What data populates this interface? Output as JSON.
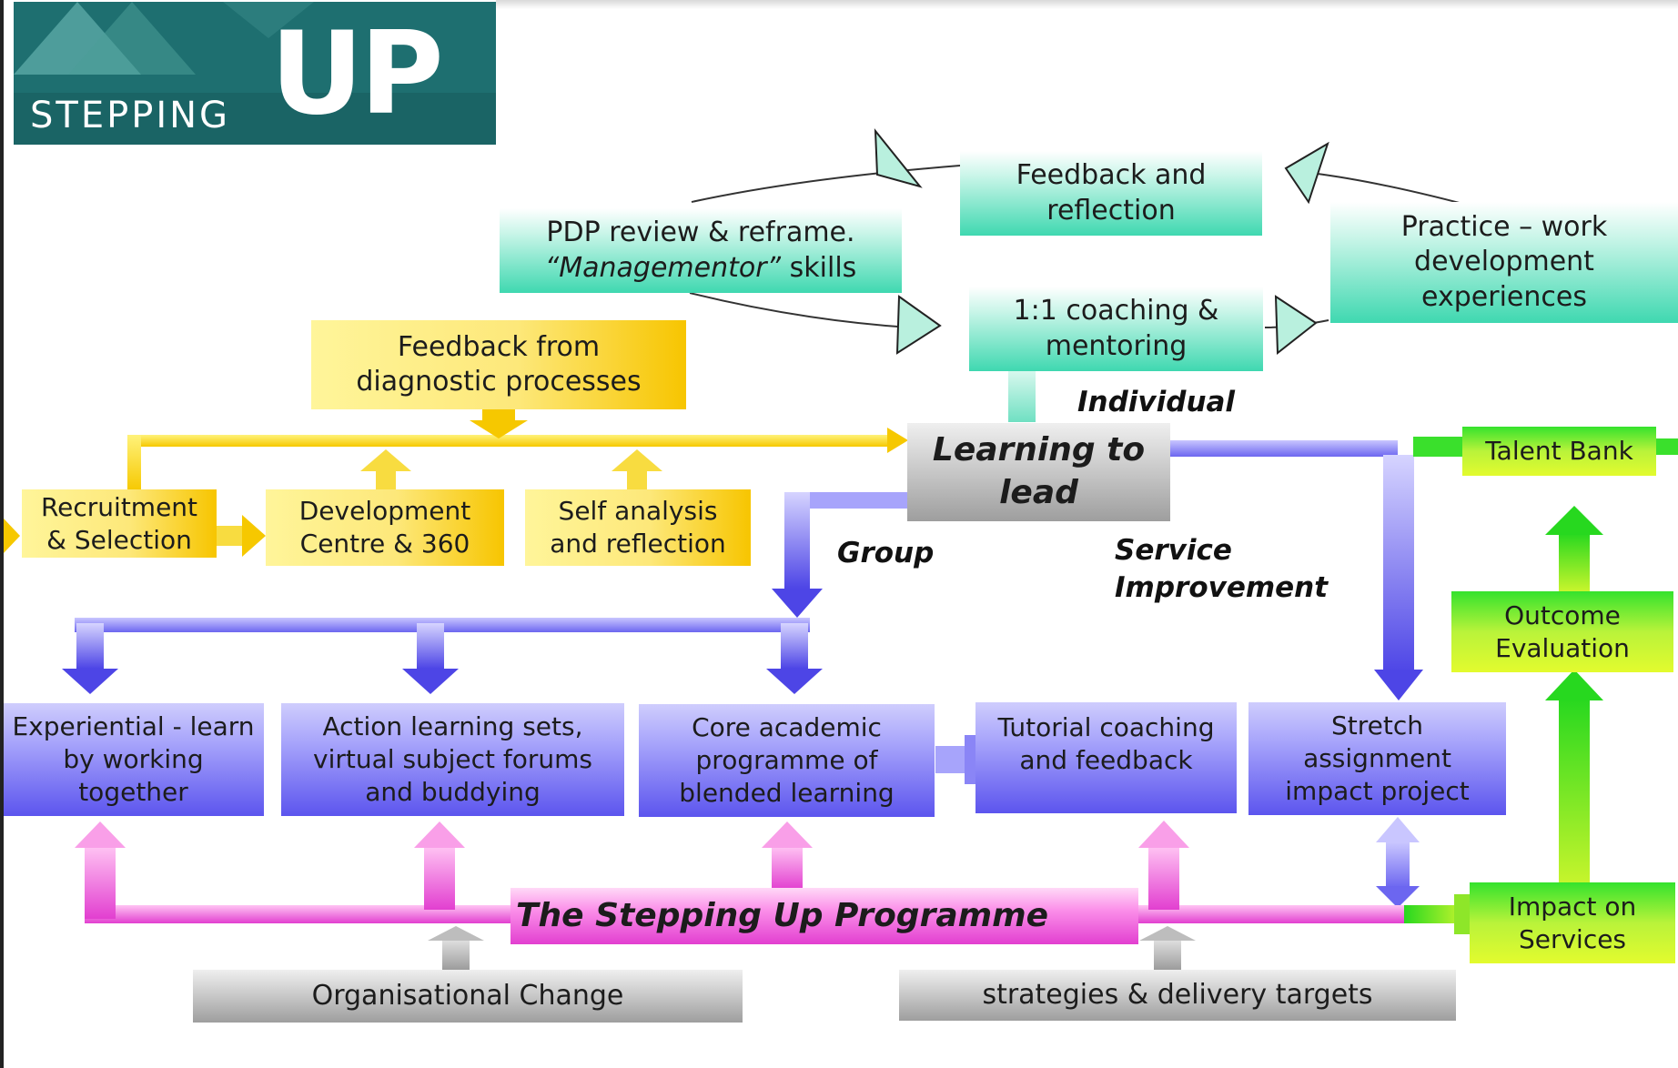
{
  "logo": {
    "small": "STEPPING",
    "big": "UP"
  },
  "boxes": {
    "feedback_reflection": [
      "Feedback  and",
      "reflection"
    ],
    "pdp_review": [
      "PDP review & reframe.",
      "“Managementor” skills"
    ],
    "practice": [
      "Practice –  work",
      "development",
      "experiences"
    ],
    "coaching": [
      "1:1 coaching &",
      "mentoring"
    ],
    "feedback_diag": [
      "Feedback from",
      "diagnostic processes"
    ],
    "recruitment": [
      "Recruitment",
      "& Selection"
    ],
    "dev_centre": [
      "Development",
      "Centre & 360"
    ],
    "self_analysis": [
      "Self analysis",
      "and reflection"
    ],
    "learning_to_lead": [
      "Learning to",
      "lead"
    ],
    "talent_bank": [
      "Talent Bank"
    ],
    "outcome": [
      "Outcome",
      "Evaluation"
    ],
    "experiential": [
      "Experiential - learn",
      "by working",
      "together"
    ],
    "action_learning": [
      "Action learning sets,",
      "virtual subject forums",
      "and buddying"
    ],
    "core_academic": [
      "Core academic",
      "programme of",
      "blended learning"
    ],
    "tutorial": [
      "Tutorial coaching",
      "and feedback"
    ],
    "stretch": [
      "Stretch",
      "assignment",
      "impact project"
    ],
    "impact": [
      "Impact on",
      "Services"
    ],
    "programme": "The Stepping Up Programme",
    "org_change": "Organisational Change",
    "strategies": "strategies & delivery targets"
  },
  "labels": {
    "individual": "Individual",
    "group": "Group",
    "service_line1": "Service",
    "service_line2": "Improvement"
  },
  "colors": {
    "yellow": "#f7c500",
    "teal": "#3fd8b0",
    "blue": "#5c55ee",
    "green": "#6fe82c",
    "magenta": "#e23fd0",
    "grey": "#9e9e9e",
    "logo_bg": "#1e6f70"
  }
}
